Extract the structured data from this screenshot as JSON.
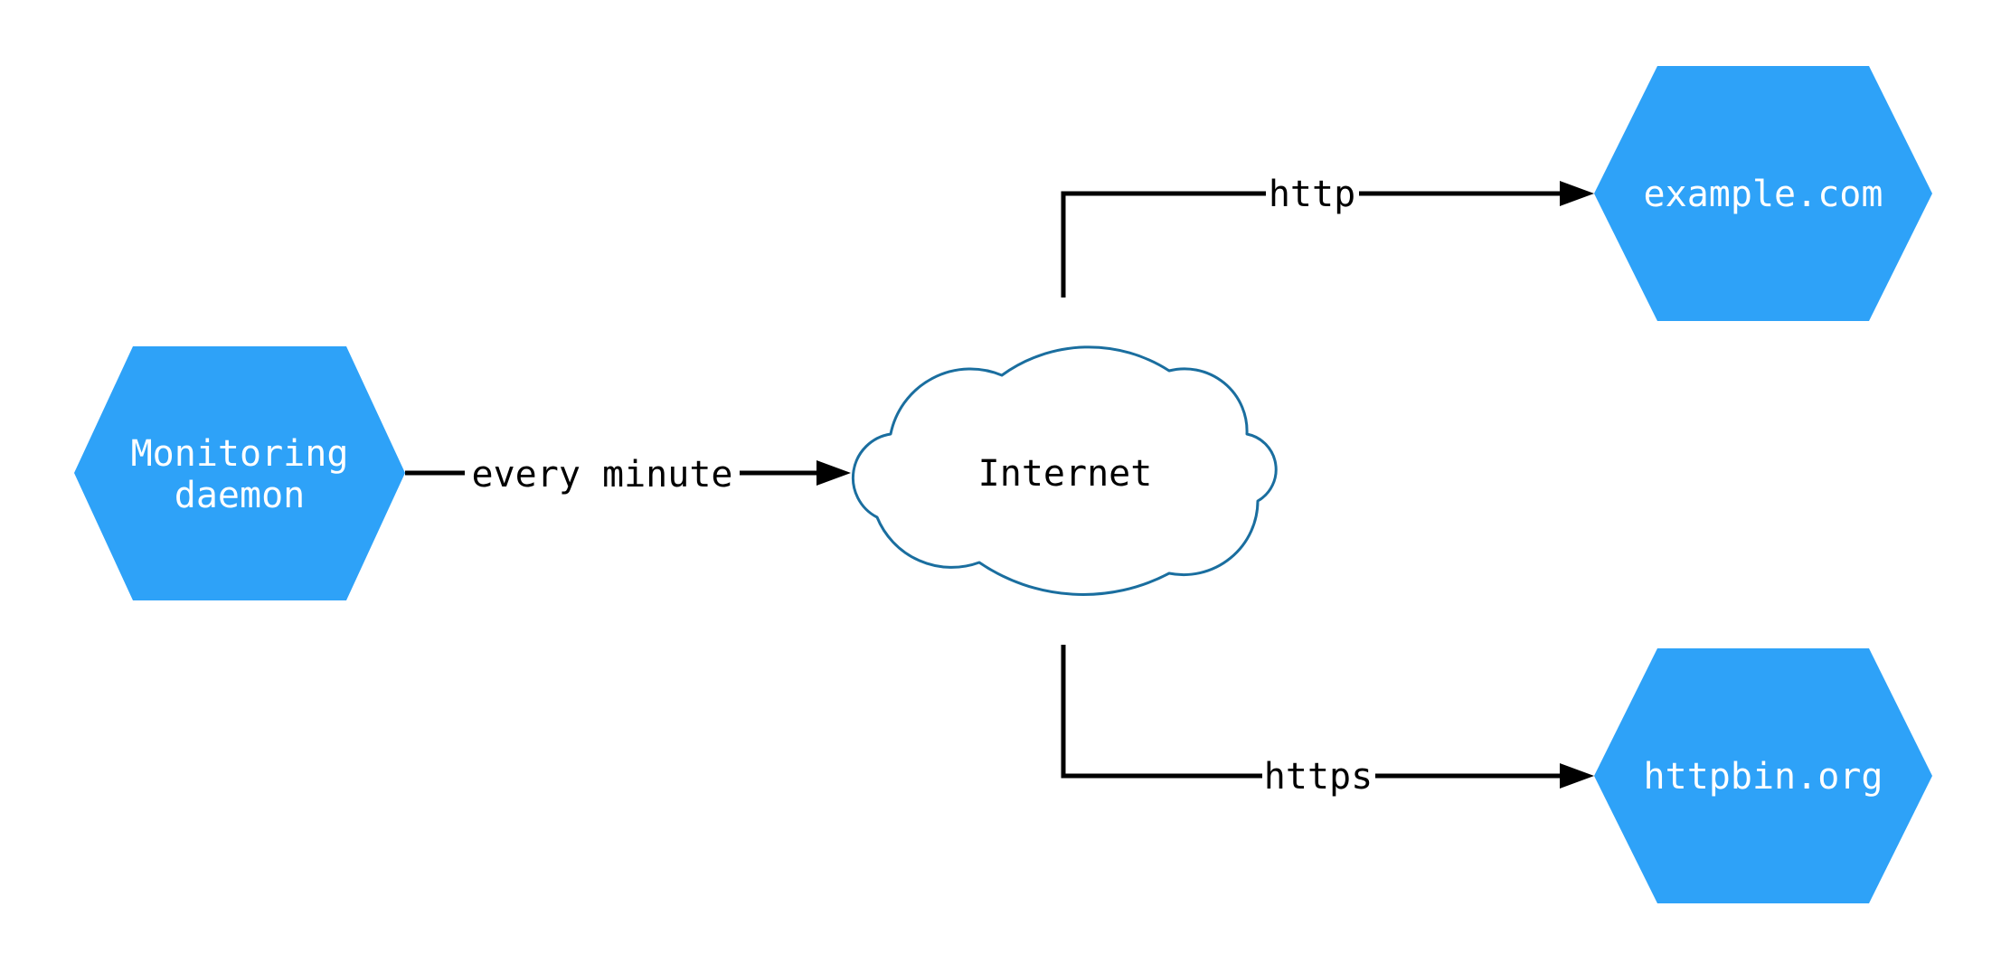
{
  "diagram": {
    "type": "network-topology-diagram",
    "colors": {
      "background": "#ffffff",
      "node_fill": "#2ea2f8",
      "node_text": "#ffffff",
      "cloud_fill": "#ffffff",
      "cloud_stroke": "#1a6e9f",
      "edge": "#000000",
      "label_text": "#000000"
    },
    "nodes": {
      "monitoring": {
        "shape": "hexagon",
        "lines": [
          "Monitoring",
          "daemon"
        ]
      },
      "internet": {
        "shape": "cloud",
        "label": "Internet"
      },
      "example": {
        "shape": "hexagon",
        "label": "example.com"
      },
      "httpbin": {
        "shape": "hexagon",
        "label": "httpbin.org"
      }
    },
    "edges": [
      {
        "from": "monitoring",
        "to": "internet",
        "label": "every minute"
      },
      {
        "from": "internet",
        "to": "example",
        "label": "http"
      },
      {
        "from": "internet",
        "to": "httpbin",
        "label": "https"
      }
    ]
  }
}
